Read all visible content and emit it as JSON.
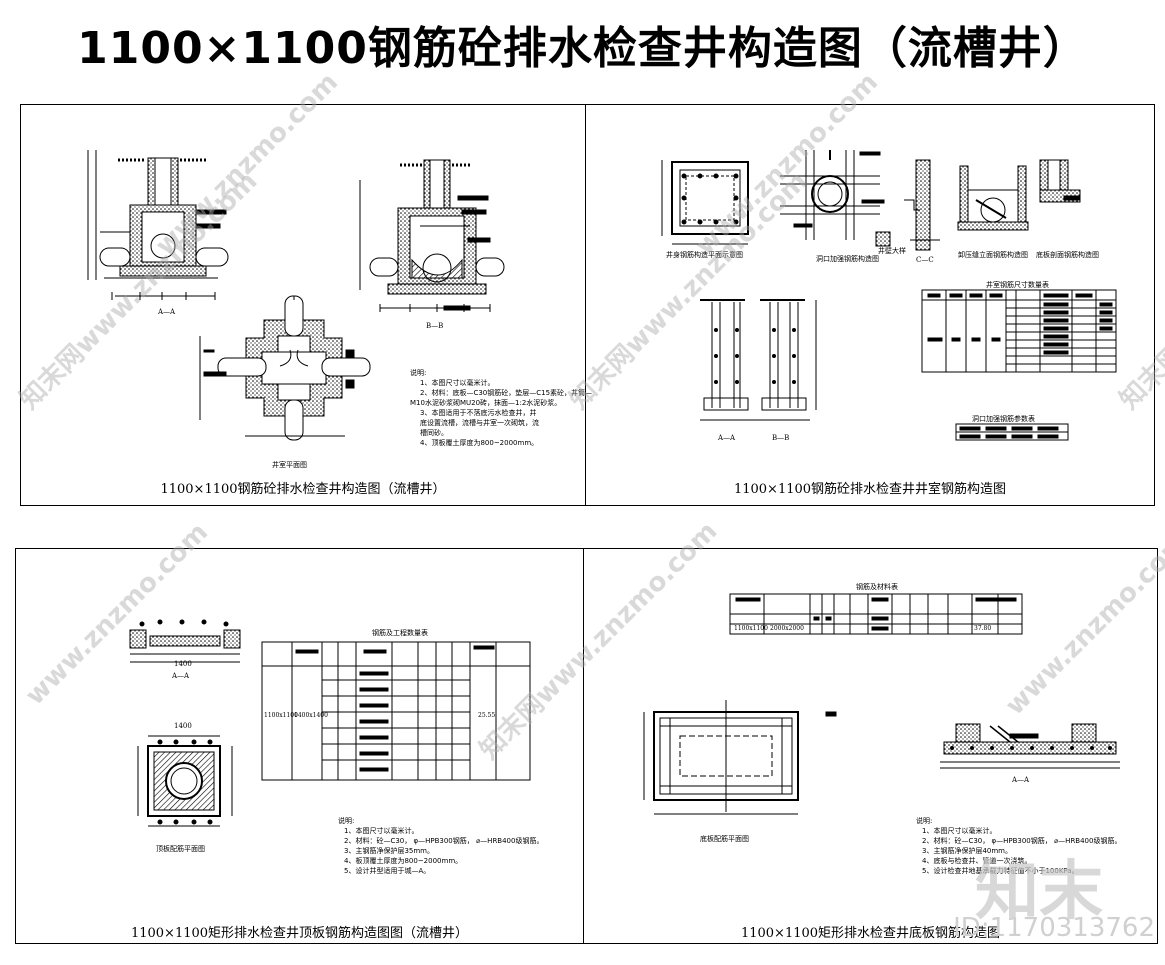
{
  "title": "1100×1100钢筋砼排水检查井构造图（流槽井）",
  "panels": [
    {
      "caption": "1100×1100钢筋砼排水检查井构造图（流槽井）"
    },
    {
      "caption": "1100×1100钢筋砼排水检查井井室钢筋构造图"
    },
    {
      "caption": "1100×1100矩形排水检查井顶板钢筋构造图图（流槽井）"
    },
    {
      "caption": "1100×1100矩形排水检查井底板钢筋构造图"
    }
  ],
  "labels": {
    "p1_aa": "A—A",
    "p1_bb": "B—B",
    "p1_plan": "井室平面图",
    "p1_notes_title": "说明:",
    "p1_note1": "1、本图尺寸以毫米计。",
    "p1_note2": "2、材料：底板—C30钢筋砼，垫层—C15素砼，井筒—",
    "p1_note3": "M10水泥砂浆砌MU20砖，抹面—1:2水泥砂浆。",
    "p1_note4": "3、本图适用于不落底污水检查井，井",
    "p1_note5": "底设置流槽，流槽与井室一次砌筑，流",
    "p1_note6": "槽同砂。",
    "p1_note7": "4、顶板覆土厚度为800~2000mm。",
    "p2_plan": "井身钢筋构造平面示意图",
    "p2_ring": "洞口加强钢筋构造图",
    "p2_cc": "C—C",
    "p2_well": "井壁大样",
    "p2_flow": "卸压缝立面钢筋构造图",
    "p2_flow2": "底板剖面钢筋构造图",
    "p2_table1": "井室钢筋尺寸数量表",
    "p2_table2": "洞口加强钢筋参数表",
    "p2_aa": "A—A",
    "p2_bb": "B—B",
    "p3_aa": "A—A",
    "p3_plan": "顶板配筋平面图",
    "p3_table": "钢筋及工程数量表",
    "p3_notes_title": "说明:",
    "p3_note1": "1、本图尺寸以毫米计。",
    "p3_note2": "2、材料：砼—C30，  φ—HPB300钢筋，  ⌀—HRB400级钢筋。",
    "p3_note3": "3、主钢筋净保护层35mm。",
    "p3_note4": "4、板顶覆土厚度为800~2000mm。",
    "p3_note5": "5、设计井型适用于城—A。",
    "p3_dim1": "1400",
    "p3_dim2": "1400",
    "p3_spec": "1100x1100",
    "p3_spec2": "1400x1400",
    "p3_total": "25.55",
    "p4_table": "钢筋及材料表",
    "p4_plan": "底板配筋平面图",
    "p4_aa": "A—A",
    "p4_notes_title": "说明:",
    "p4_note1": "1、本图尺寸以毫米计。",
    "p4_note2": "2、材料：砼—C30，  φ—HPB300钢筋，  ⌀—HRB400级钢筋。",
    "p4_note3": "3、主钢筋净保护层40mm。",
    "p4_note4": "4、底板与检查井、管道一次浇筑。",
    "p4_note5": "5、设计检查井地基承载力特征值不小于100KPa。",
    "p4_spec": "1100x1100",
    "p4_spec2": "2000x2000",
    "p4_total": "37.80"
  },
  "watermarks": [
    "www.znzmo.com",
    "www.znzmo.com",
    "知末网www.znzmo.com",
    "知末网www.znzmo.com",
    "www.znzmo.com",
    "知末网",
    "知末网www.znzmo.com",
    "www.znzmo.com"
  ],
  "brand": {
    "logo": "知末",
    "id": "ID:1170313762"
  }
}
